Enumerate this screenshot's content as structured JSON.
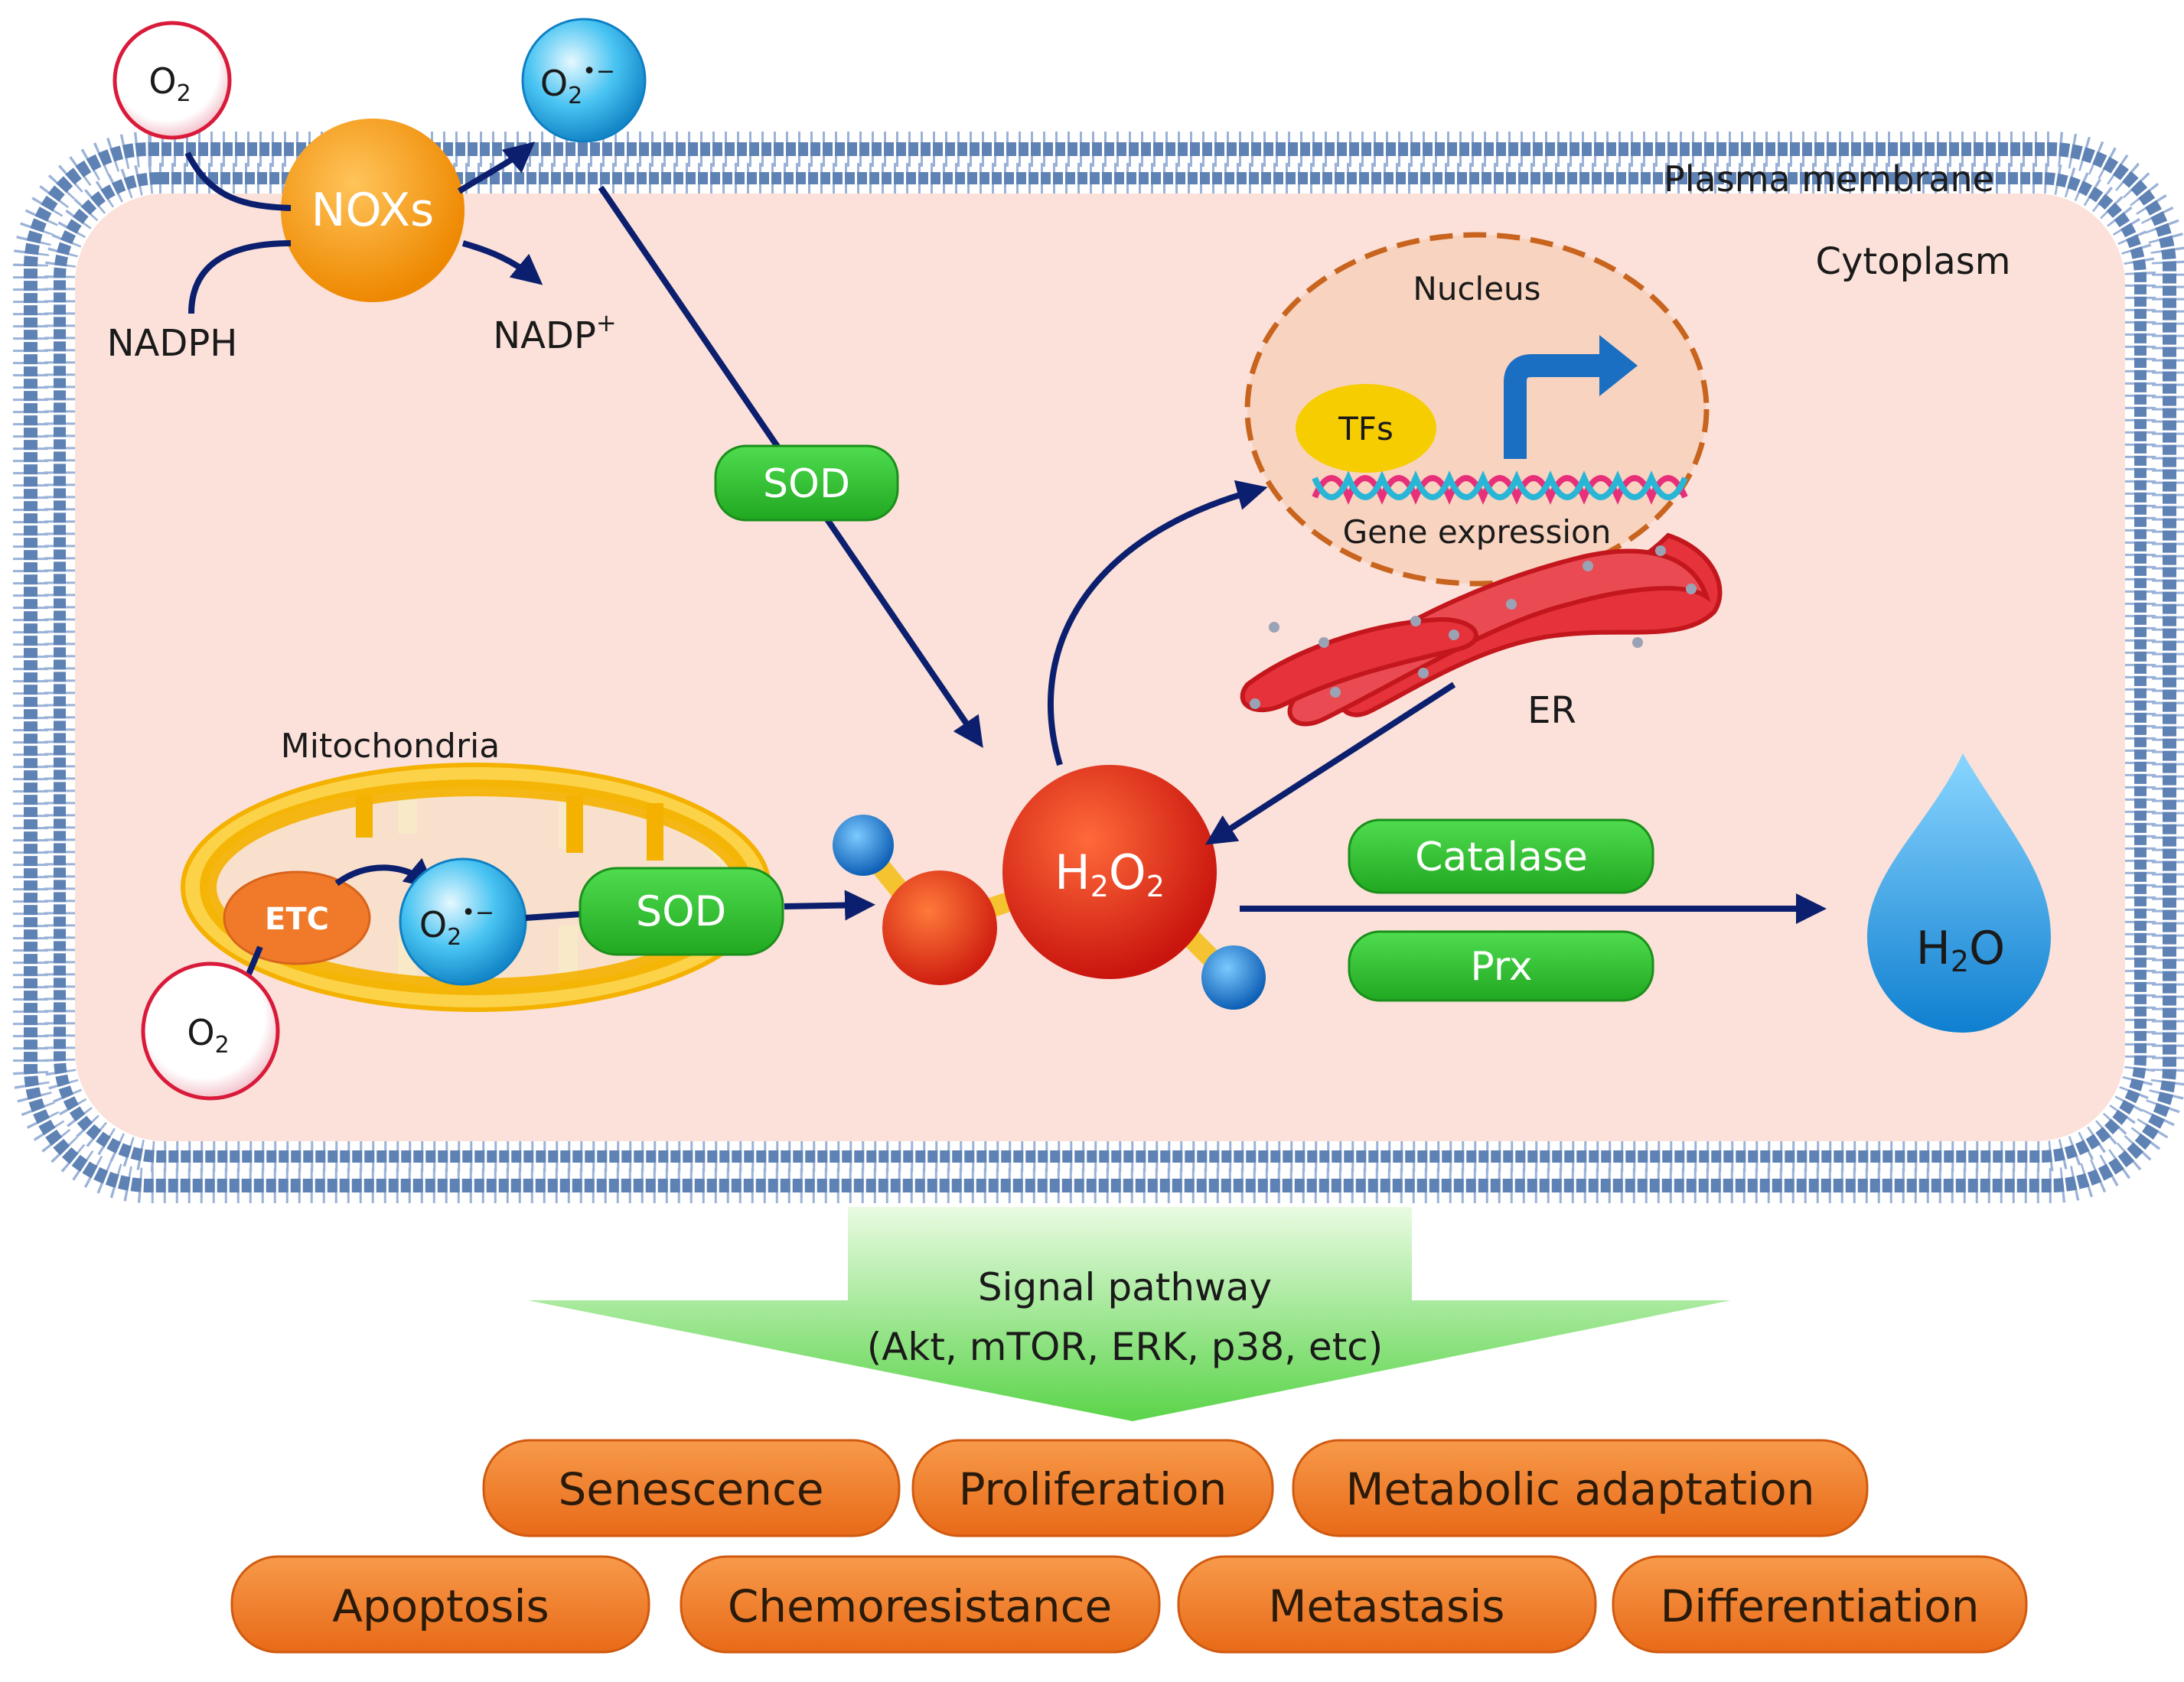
{
  "labels": {
    "plasma_membrane": "Plasma membrane",
    "cytoplasm": "Cytoplasm",
    "nucleus": "Nucleus",
    "mitochondria": "Mitochondria",
    "er": "ER",
    "nadph": "NADPH",
    "nadp": "NADP",
    "nadp_sup": "+",
    "gene_expression": "Gene expression"
  },
  "molecules": {
    "o2_base": "O",
    "o2_sub": "2",
    "superoxide_sup": "•−",
    "h2o2_h": "H",
    "h2o2_o": "O",
    "sub2": "2",
    "h2o_h": "H",
    "h2o_o": "O"
  },
  "enzymes": {
    "nox": "NOXs",
    "sod": "SOD",
    "etc": "ETC",
    "catalase": "Catalase",
    "prx": "Prx",
    "tfs": "TFs"
  },
  "signal": {
    "line1": "Signal pathway",
    "line2": "(Akt, mTOR, ERK, p38, etc)"
  },
  "outcomes": {
    "row1": [
      "Senescence",
      "Proliferation",
      "Metabolic adaptation"
    ],
    "row2": [
      "Apoptosis",
      "Chemoresistance",
      "Metastasis",
      "Differentiation"
    ]
  },
  "colors": {
    "membrane": "#5f82b5",
    "cytoplasm": "#fbe1d9",
    "arrow": "#0c1f6e",
    "enzyme_green": "#2fc22f",
    "outcome_orange": "#f07a2a",
    "h2o2_red": "#e0241a",
    "water_blue": "#1aa0e0"
  }
}
